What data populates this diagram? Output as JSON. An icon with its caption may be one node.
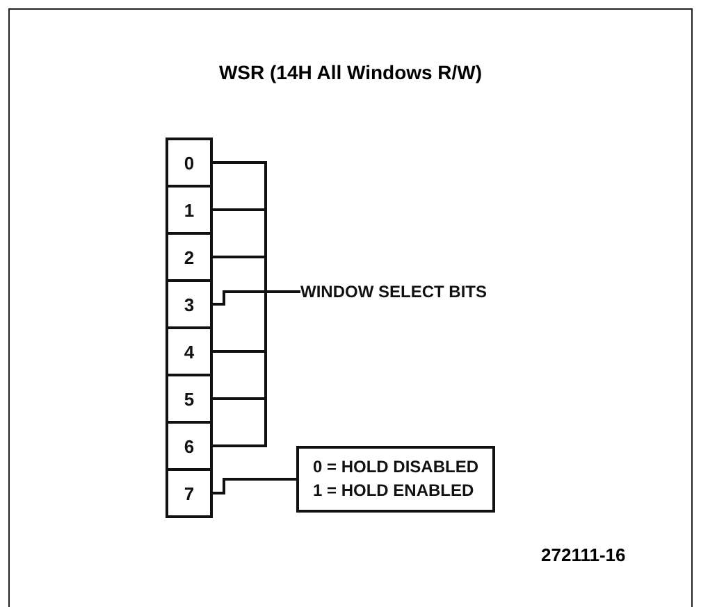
{
  "diagram": {
    "title": "WSR (14H All Windows R/W)",
    "nodes": [
      {
        "text": [
          "0"
        ]
      },
      {
        "text": [
          "1"
        ]
      },
      {
        "text": [
          "2"
        ]
      },
      {
        "text": [
          "3"
        ]
      },
      {
        "text": [
          "4"
        ]
      },
      {
        "text": [
          "5"
        ]
      },
      {
        "text": [
          "6"
        ]
      },
      {
        "text": [
          "7"
        ]
      },
      {
        "text": [
          "WINDOW SELECT BITS"
        ]
      },
      {
        "text": [
          "0 = HOLD DISABLED",
          "1 = HOLD ENABLED"
        ]
      }
    ],
    "edges": [
      {
        "from": 0,
        "to": 8,
        "arrow": "none"
      },
      {
        "from": 1,
        "to": 8,
        "arrow": "none"
      },
      {
        "from": 2,
        "to": 8,
        "arrow": "none"
      },
      {
        "from": 3,
        "to": 8,
        "arrow": "none"
      },
      {
        "from": 4,
        "to": 8,
        "arrow": "none"
      },
      {
        "from": 5,
        "to": 8,
        "arrow": "none"
      },
      {
        "from": 6,
        "to": 8,
        "arrow": "none"
      },
      {
        "from": 7,
        "to": 9,
        "arrow": "none"
      }
    ],
    "labels": [
      "272111-16"
    ]
  }
}
